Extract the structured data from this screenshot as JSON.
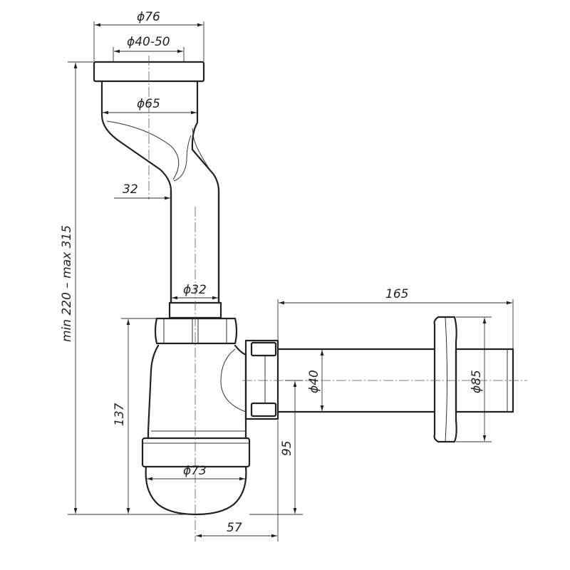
{
  "drawing": {
    "dim_outer_top": "ϕ76",
    "dim_inner_top": "ϕ40-50",
    "dim_funnel": "ϕ65",
    "dim_offset": "32",
    "dim_pipe": "ϕ32",
    "dim_total_height": "min 220 – max 315",
    "dim_length": "165",
    "dim_outlet": "ϕ40",
    "dim_rosette": "ϕ85",
    "dim_bottle_height": "137",
    "dim_outlet_height": "95",
    "dim_bottle": "ϕ73",
    "dim_outlet_offset": "57"
  }
}
